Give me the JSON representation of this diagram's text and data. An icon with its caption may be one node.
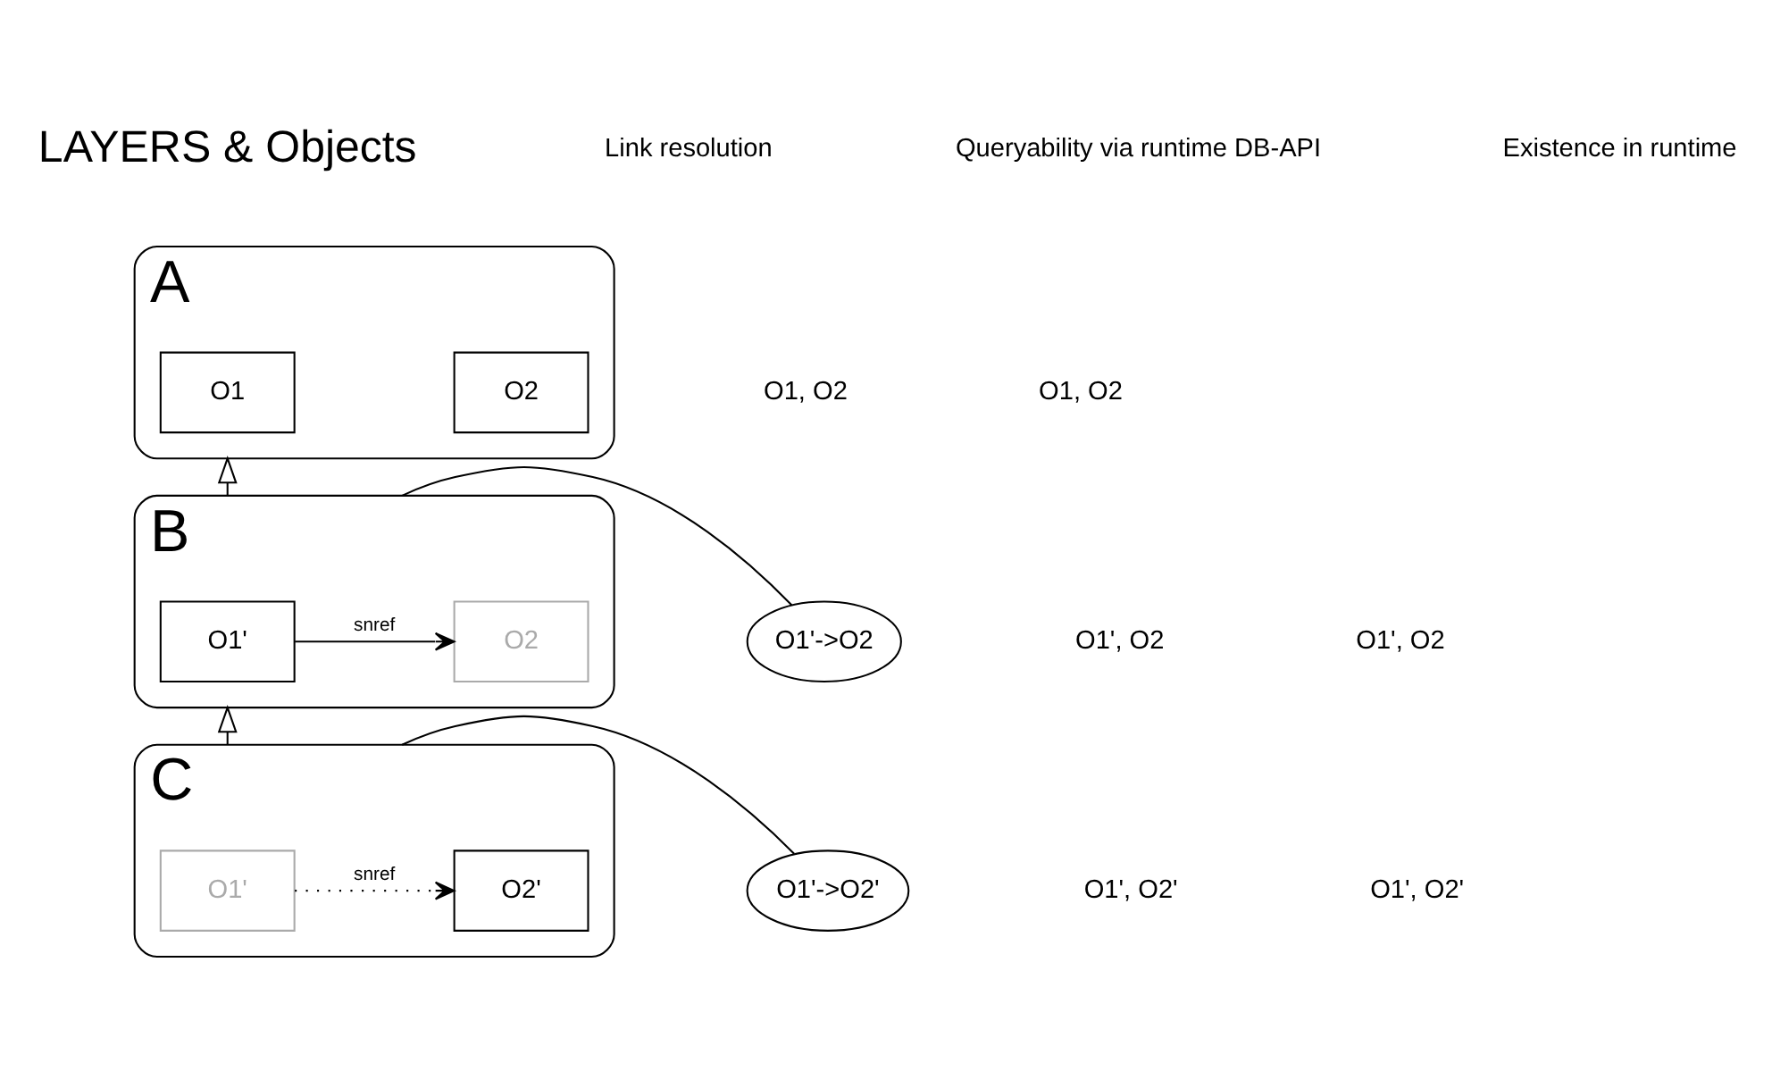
{
  "diagram": {
    "nodes": [
      {
        "text": [],
        "shape": "box",
        "beside": [
          "A"
        ]
      },
      {
        "text": [
          "O1"
        ],
        "in": 0
      },
      {
        "text": [
          "O2"
        ],
        "in": 0
      },
      {
        "text": [
          "O1'->O2"
        ]
      },
      {
        "text": [],
        "shape": "box",
        "beside": [
          "B"
        ]
      },
      {
        "text": [
          "O1'"
        ],
        "in": 4
      },
      {
        "text": [
          "O2"
        ],
        "in": 4
      },
      {
        "text": [
          "O1'->O2'"
        ]
      },
      {
        "text": [],
        "shape": "box",
        "beside": [
          "C"
        ]
      },
      {
        "text": [
          "O1'"
        ],
        "in": 8
      },
      {
        "text": [
          "O2'"
        ],
        "in": 8
      }
    ],
    "edges": [
      {
        "from": 4,
        "to": 0,
        "arrow": "to"
      },
      {
        "from": 5,
        "to": 6,
        "arrow": "to",
        "label": "snref"
      },
      {
        "from": 3,
        "to": 4,
        "arrow": "none"
      },
      {
        "from": 8,
        "to": 4,
        "arrow": "to"
      },
      {
        "from": 9,
        "to": 10,
        "arrow": "to",
        "label": "snref",
        "style": "dashed"
      },
      {
        "from": 7,
        "to": 8,
        "arrow": "none"
      }
    ],
    "labels": [
      "LAYERS & Objects",
      "Link resolution",
      "Queryability via runtime DB-API",
      "Existence in runtime",
      "O1, O2",
      "O1, O2",
      "O1', O2",
      "O1', O2",
      "O1', O2'",
      "O1', O2'"
    ]
  }
}
